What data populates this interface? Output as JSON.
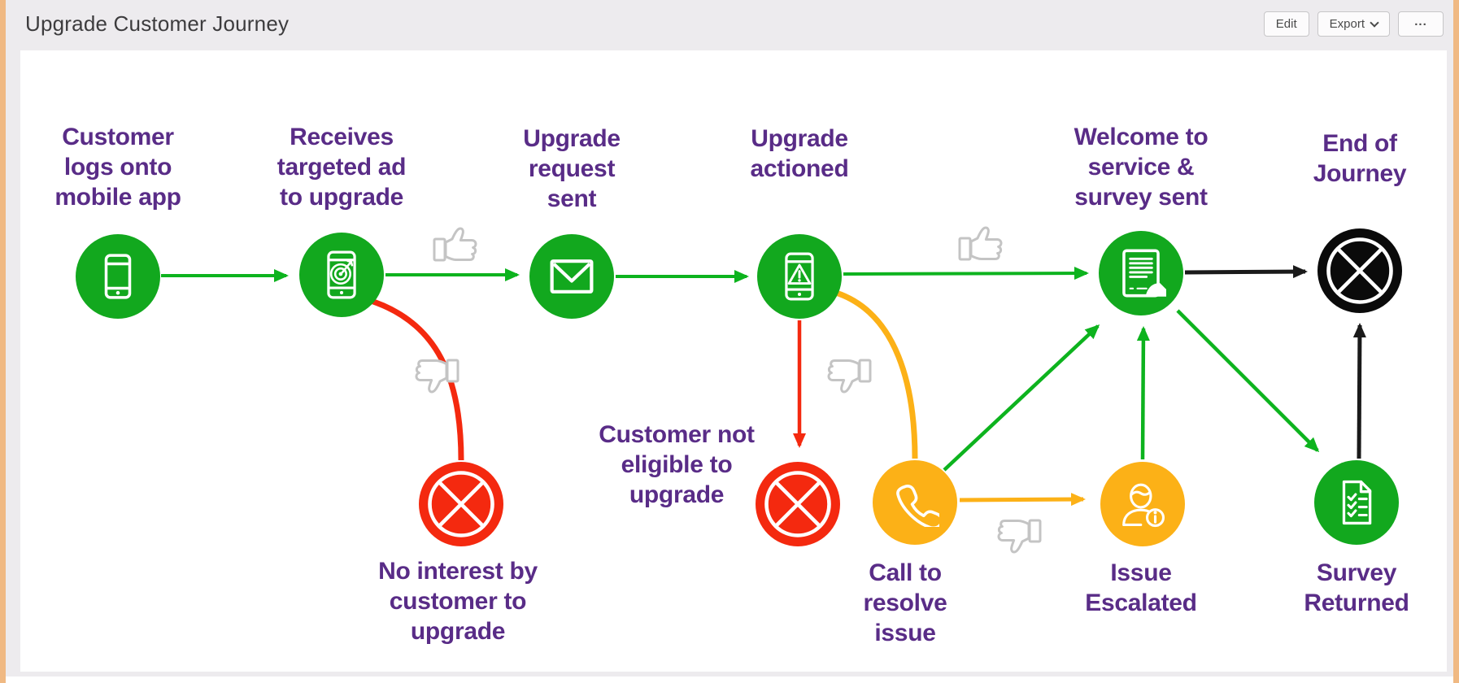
{
  "header": {
    "title": "Upgrade Customer Journey",
    "edit_label": "Edit",
    "export_label": "Export",
    "more_label": "..."
  },
  "colors": {
    "node_green": "#12a81e",
    "node_red": "#f4290f",
    "node_yellow": "#fcb117",
    "node_black": "#0a0a0a",
    "arrow_green": "#0db31e",
    "arrow_red": "#f4290f",
    "arrow_yellow": "#fcb117",
    "arrow_black": "#1a1a1a",
    "label_purple": "#592c87",
    "thumb_gray": "#c4c4c4",
    "header_bg": "#edebee",
    "accent_strip": "#f0b983"
  },
  "diagram": {
    "nodes": [
      {
        "id": "customer-logs-on",
        "label": "Customer\nlogs onto\nmobile app",
        "color": "green",
        "icon": "smartphone-icon"
      },
      {
        "id": "receives-targeted-ad",
        "label": "Receives\ntargeted ad\nto upgrade",
        "color": "green",
        "icon": "smartphone-target-icon"
      },
      {
        "id": "upgrade-request-sent",
        "label": "Upgrade\nrequest\nsent",
        "color": "green",
        "icon": "envelope-icon"
      },
      {
        "id": "upgrade-actioned",
        "label": "Upgrade\nactioned",
        "color": "green",
        "icon": "smartphone-alert-icon"
      },
      {
        "id": "welcome-survey-sent",
        "label": "Welcome to\nservice &\nsurvey sent",
        "color": "green",
        "icon": "tablet-document-icon"
      },
      {
        "id": "end-of-journey",
        "label": "End of\nJourney",
        "color": "black",
        "icon": "circle-x-icon"
      },
      {
        "id": "no-interest",
        "label": "No interest by\ncustomer to\nupgrade",
        "color": "red",
        "icon": "circle-x-icon"
      },
      {
        "id": "not-eligible",
        "label": "Customer not\neligible to\nupgrade",
        "color": "red",
        "icon": "circle-x-icon"
      },
      {
        "id": "call-to-resolve",
        "label": "Call to\nresolve\nissue",
        "color": "yellow",
        "icon": "phone-handset-icon"
      },
      {
        "id": "issue-escalated",
        "label": "Issue\nEscalated",
        "color": "yellow",
        "icon": "person-info-icon"
      },
      {
        "id": "survey-returned",
        "label": "Survey\nReturned",
        "color": "green",
        "icon": "document-checklist-icon"
      }
    ],
    "edges": [
      {
        "from": "customer-logs-on",
        "to": "receives-targeted-ad",
        "color": "green"
      },
      {
        "from": "receives-targeted-ad",
        "to": "upgrade-request-sent",
        "color": "green",
        "sentiment": "thumbs-up"
      },
      {
        "from": "upgrade-request-sent",
        "to": "upgrade-actioned",
        "color": "green"
      },
      {
        "from": "upgrade-actioned",
        "to": "welcome-survey-sent",
        "color": "green",
        "sentiment": "thumbs-up"
      },
      {
        "from": "welcome-survey-sent",
        "to": "end-of-journey",
        "color": "black"
      },
      {
        "from": "receives-targeted-ad",
        "to": "no-interest",
        "color": "red",
        "sentiment": "thumbs-down"
      },
      {
        "from": "upgrade-actioned",
        "to": "not-eligible",
        "color": "red",
        "sentiment": "thumbs-down"
      },
      {
        "from": "upgrade-actioned",
        "to": "call-to-resolve",
        "color": "yellow"
      },
      {
        "from": "call-to-resolve",
        "to": "issue-escalated",
        "color": "yellow",
        "sentiment": "thumbs-down"
      },
      {
        "from": "call-to-resolve",
        "to": "welcome-survey-sent",
        "color": "green"
      },
      {
        "from": "issue-escalated",
        "to": "welcome-survey-sent",
        "color": "green"
      },
      {
        "from": "welcome-survey-sent",
        "to": "survey-returned",
        "color": "green"
      },
      {
        "from": "survey-returned",
        "to": "end-of-journey",
        "color": "black"
      }
    ]
  }
}
